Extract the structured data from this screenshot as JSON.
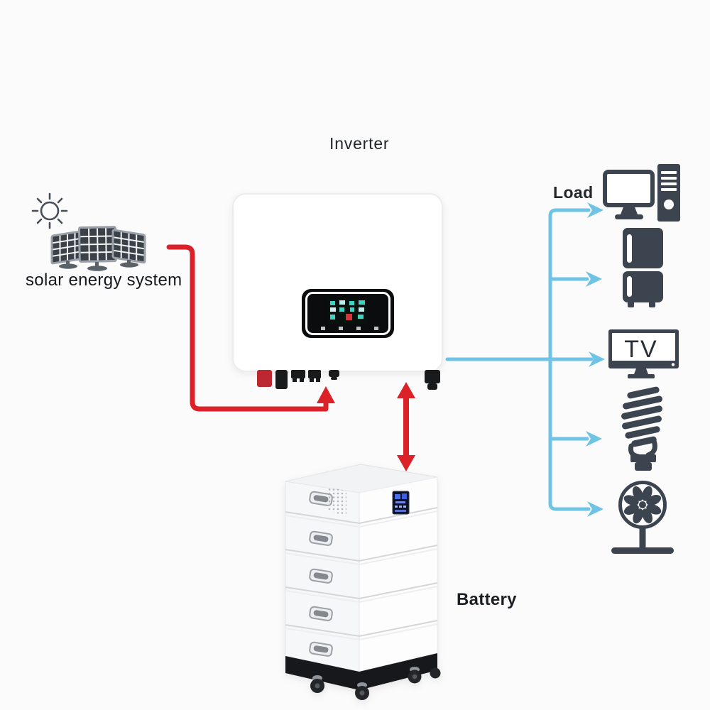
{
  "diagram": {
    "labels": {
      "solar": "solar energy system",
      "inverter": "Inverter",
      "load": "Load",
      "battery": "Battery",
      "tv": "TV"
    },
    "colors": {
      "background": "#fbfbfb",
      "line_red": "#da2228",
      "line_blue": "#6fc3e4",
      "icon_dark": "#3c4450",
      "inverter_body": "#ffffff",
      "battery_body": "#f7f8f9",
      "lcd_teal": "#3ed3c3",
      "lcd_red": "#d8323c",
      "battery_screen_blue": "#4b6fe8"
    },
    "components": [
      {
        "name": "solar-panels",
        "label": "solar energy system"
      },
      {
        "name": "inverter",
        "label": "Inverter"
      },
      {
        "name": "battery",
        "label": "Battery"
      },
      {
        "name": "loads",
        "label": "Load",
        "items": [
          "computer",
          "refrigerator",
          "tv",
          "light-bulb",
          "fan"
        ]
      }
    ],
    "connections": [
      {
        "from": "solar-panels",
        "to": "inverter",
        "color": "red",
        "direction": "one-way"
      },
      {
        "from": "inverter",
        "to": "battery",
        "color": "red",
        "direction": "two-way"
      },
      {
        "from": "inverter",
        "to": "loads",
        "color": "blue",
        "direction": "one-way"
      }
    ]
  }
}
